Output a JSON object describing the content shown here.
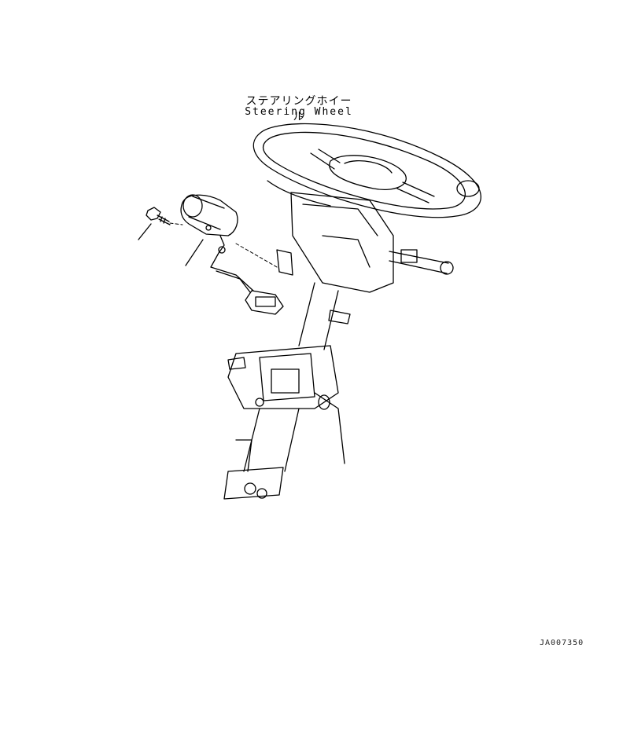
{
  "labels": {
    "title_jp": "ステアリングホイール",
    "title_en": "Steering Wheel",
    "drawing_code": "JA007350"
  },
  "colors": {
    "line": "#000000",
    "background": "#ffffff"
  }
}
